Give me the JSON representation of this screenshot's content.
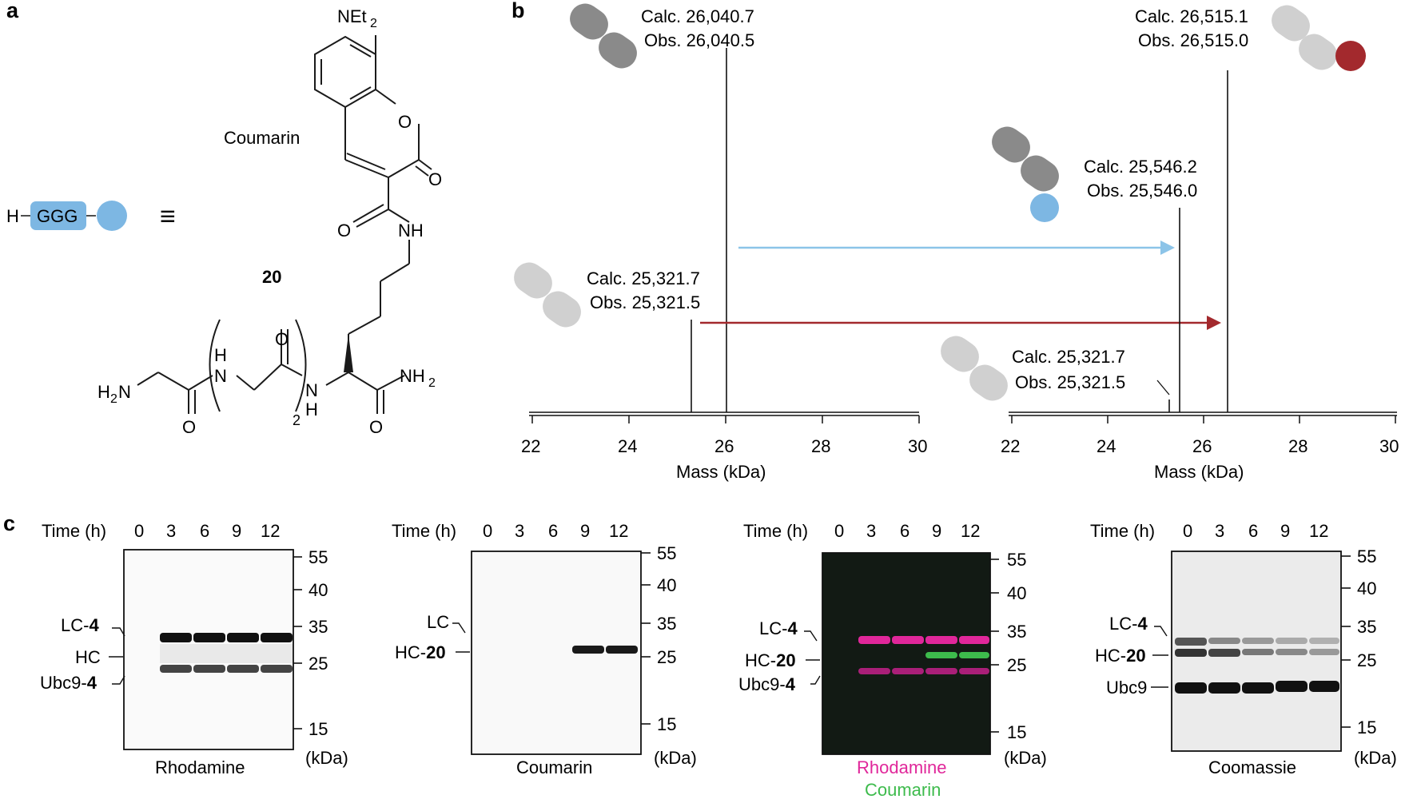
{
  "panels": {
    "a": {
      "letter": "a",
      "scheme": {
        "h": "H",
        "ggg": "GGG",
        "equiv": "≡"
      },
      "structure": {
        "coumarin": "Coumarin",
        "net2": "NEt",
        "net2_sub": "2",
        "o_ring": "O",
        "o_carbonyl": "O",
        "o_amide": "O",
        "nh_amide": "NH",
        "compound": "20",
        "h2n": "H",
        "h2n_sub": "2",
        "h2n_n": "N",
        "h_top": "H",
        "n_mid": "N",
        "o_mid": "O",
        "o_low": "O",
        "repeat_sub": "2",
        "n_low": "N",
        "h_low": "H",
        "nh2": "NH",
        "nh2_sub": "2",
        "o_c_end": "O"
      },
      "colors": {
        "blue": "#7db7e3",
        "blue_stroke": "#5a9cd0"
      }
    },
    "b": {
      "letter": "b",
      "left_spectrum": {
        "xlabel": "Mass (kDa)",
        "ticks": [
          "22",
          "24",
          "26",
          "28",
          "30"
        ],
        "annotations": [
          {
            "calc": "Calc. 26,040.7",
            "obs": "Obs. 26,040.5"
          },
          {
            "calc": "Calc. 25,321.7",
            "obs": "Obs. 25,321.5"
          }
        ]
      },
      "right_spectrum": {
        "xlabel": "Mass (kDa)",
        "ticks": [
          "22",
          "24",
          "26",
          "28",
          "30"
        ],
        "annotations": [
          {
            "calc": "Calc. 26,515.1",
            "obs": "Obs. 26,515.0"
          },
          {
            "calc": "Calc. 25,546.2",
            "obs": "Obs. 25,546.0"
          },
          {
            "calc": "Calc. 25,321.7",
            "obs": "Obs. 25,321.5"
          }
        ]
      },
      "colors": {
        "dark_gray": "#8a8a8a",
        "light_gray": "#d0d0d0",
        "red": "#a3292d",
        "blue": "#7db7e3",
        "arrow_blue": "#8cc4e8",
        "arrow_red": "#a3292d"
      }
    },
    "c": {
      "letter": "c",
      "time_label": "Time (h)",
      "times": [
        "0",
        "3",
        "6",
        "9",
        "12"
      ],
      "kda": "(kDa)",
      "gels": [
        {
          "name": "Rhodamine",
          "markers": [
            "55",
            "40",
            "35",
            "25",
            "15"
          ],
          "labels": [
            {
              "main": "LC-",
              "bold": "4"
            },
            {
              "main": "HC",
              "bold": ""
            },
            {
              "main": "Ubc9-",
              "bold": "4"
            }
          ]
        },
        {
          "name": "Coumarin",
          "markers": [
            "55",
            "40",
            "35",
            "25",
            "15"
          ],
          "labels": [
            {
              "main": "LC",
              "bold": ""
            },
            {
              "main": "HC-",
              "bold": "20"
            }
          ]
        },
        {
          "name": "Rhodamine",
          "name2": "Coumarin",
          "markers": [
            "55",
            "40",
            "35",
            "25",
            "15"
          ],
          "labels": [
            {
              "main": "LC-",
              "bold": "4"
            },
            {
              "main": "HC-",
              "bold": "20"
            },
            {
              "main": "Ubc9-",
              "bold": "4"
            }
          ]
        },
        {
          "name": "Coomassie",
          "markers": [
            "55",
            "40",
            "35",
            "25",
            "15"
          ],
          "labels": [
            {
              "main": "LC-",
              "bold": "4"
            },
            {
              "main": "HC-",
              "bold": "20"
            },
            {
              "main": "Ubc9",
              "bold": ""
            }
          ]
        }
      ],
      "colors": {
        "magenta": "#e0279a",
        "green": "#3dbb4c"
      }
    }
  }
}
